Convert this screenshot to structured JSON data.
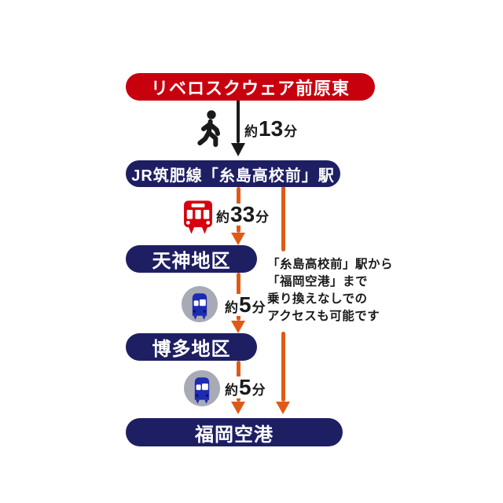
{
  "colors": {
    "banner_red": "#c8000e",
    "banner_navy": "#1e1f63",
    "line_orange": "#e05a17",
    "arrow_black": "#1a1a1a",
    "train_red": "#d6000f",
    "subway_blue": "#1c2cb0",
    "subway_gray": "#a8aab6",
    "note_text": "#1a1a1a"
  },
  "nodes": {
    "origin": "リベロスクウェア前原東",
    "station": "JR筑肥線「糸島高校前」駅",
    "tenjin": "天神地区",
    "hakata": "博多地区",
    "airport": "福岡空港"
  },
  "legs": [
    {
      "mode": "walk",
      "icon": "walk-icon",
      "approx": "約",
      "minutes": "13",
      "unit": "分"
    },
    {
      "mode": "train",
      "icon": "train-icon",
      "approx": "約",
      "minutes": "33",
      "unit": "分"
    },
    {
      "mode": "subway",
      "icon": "subway-icon",
      "approx": "約",
      "minutes": "5",
      "unit": "分"
    },
    {
      "mode": "subway",
      "icon": "subway-icon",
      "approx": "約",
      "minutes": "5",
      "unit": "分"
    }
  ],
  "note": {
    "lines": [
      "「糸島高校前」駅から",
      "「福岡空港」まで",
      "乗り換えなしでの",
      "アクセスも可能です"
    ]
  }
}
